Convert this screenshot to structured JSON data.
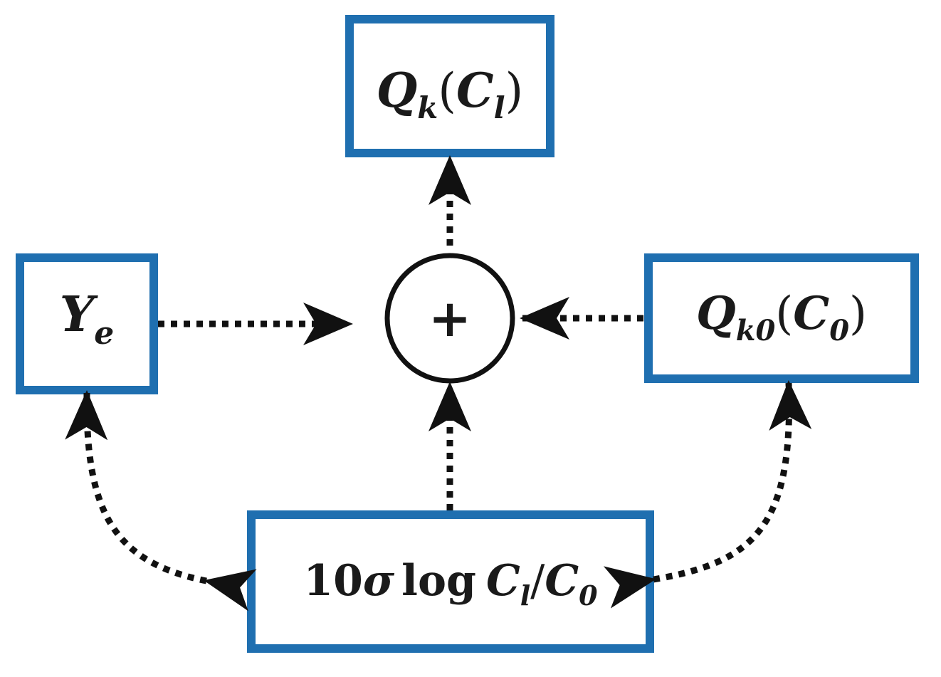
{
  "nodes": {
    "top": {
      "base": "Q",
      "sub": "k",
      "open": "(",
      "arg": "C",
      "arg_sub": "l",
      "close": ")"
    },
    "left": {
      "base": "Y",
      "sub": "e"
    },
    "right": {
      "base": "Q",
      "sub": "k0",
      "open": "(",
      "arg": "C",
      "arg_sub": "0",
      "close": ")"
    },
    "bottom": {
      "coef": "10",
      "sigma": "σ",
      "log": "log",
      "arg": "C",
      "arg_sub": "l",
      "slash": "/",
      "arg2": "C",
      "arg2_sub": "0"
    },
    "summer": {
      "symbol": "+"
    }
  },
  "colors": {
    "box_border": "#1f6fb0",
    "line": "#111111",
    "text": "#1a1a1a"
  }
}
